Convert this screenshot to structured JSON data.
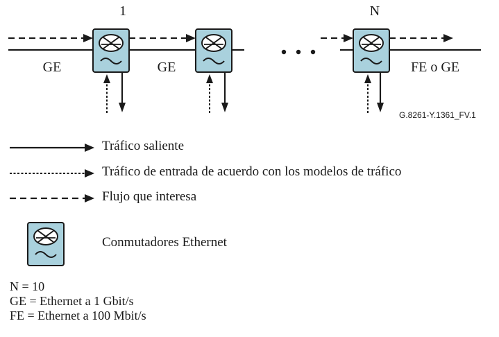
{
  "diagram": {
    "switch_labels": [
      "1",
      "N"
    ],
    "link_labels": [
      "GE",
      "GE",
      "FE o GE"
    ],
    "figure_id": "G.8261-Y.1361_FV.1",
    "ellipsis_icon": "three-dots",
    "switch_fill": "#a9d1dd",
    "switch_icon": "ethernet-switch-icon"
  },
  "legend": {
    "outgoing_traffic": "Tráfico saliente",
    "input_traffic": "Tráfico de entrada de acuerdo con los modelos de tráfico",
    "flow_of_interest": "Flujo que interesa",
    "switches": "Conmutadores Ethernet"
  },
  "notes": [
    "N = 10",
    "GE = Ethernet a 1 Gbit/s",
    "FE = Ethernet a 100 Mbit/s"
  ]
}
